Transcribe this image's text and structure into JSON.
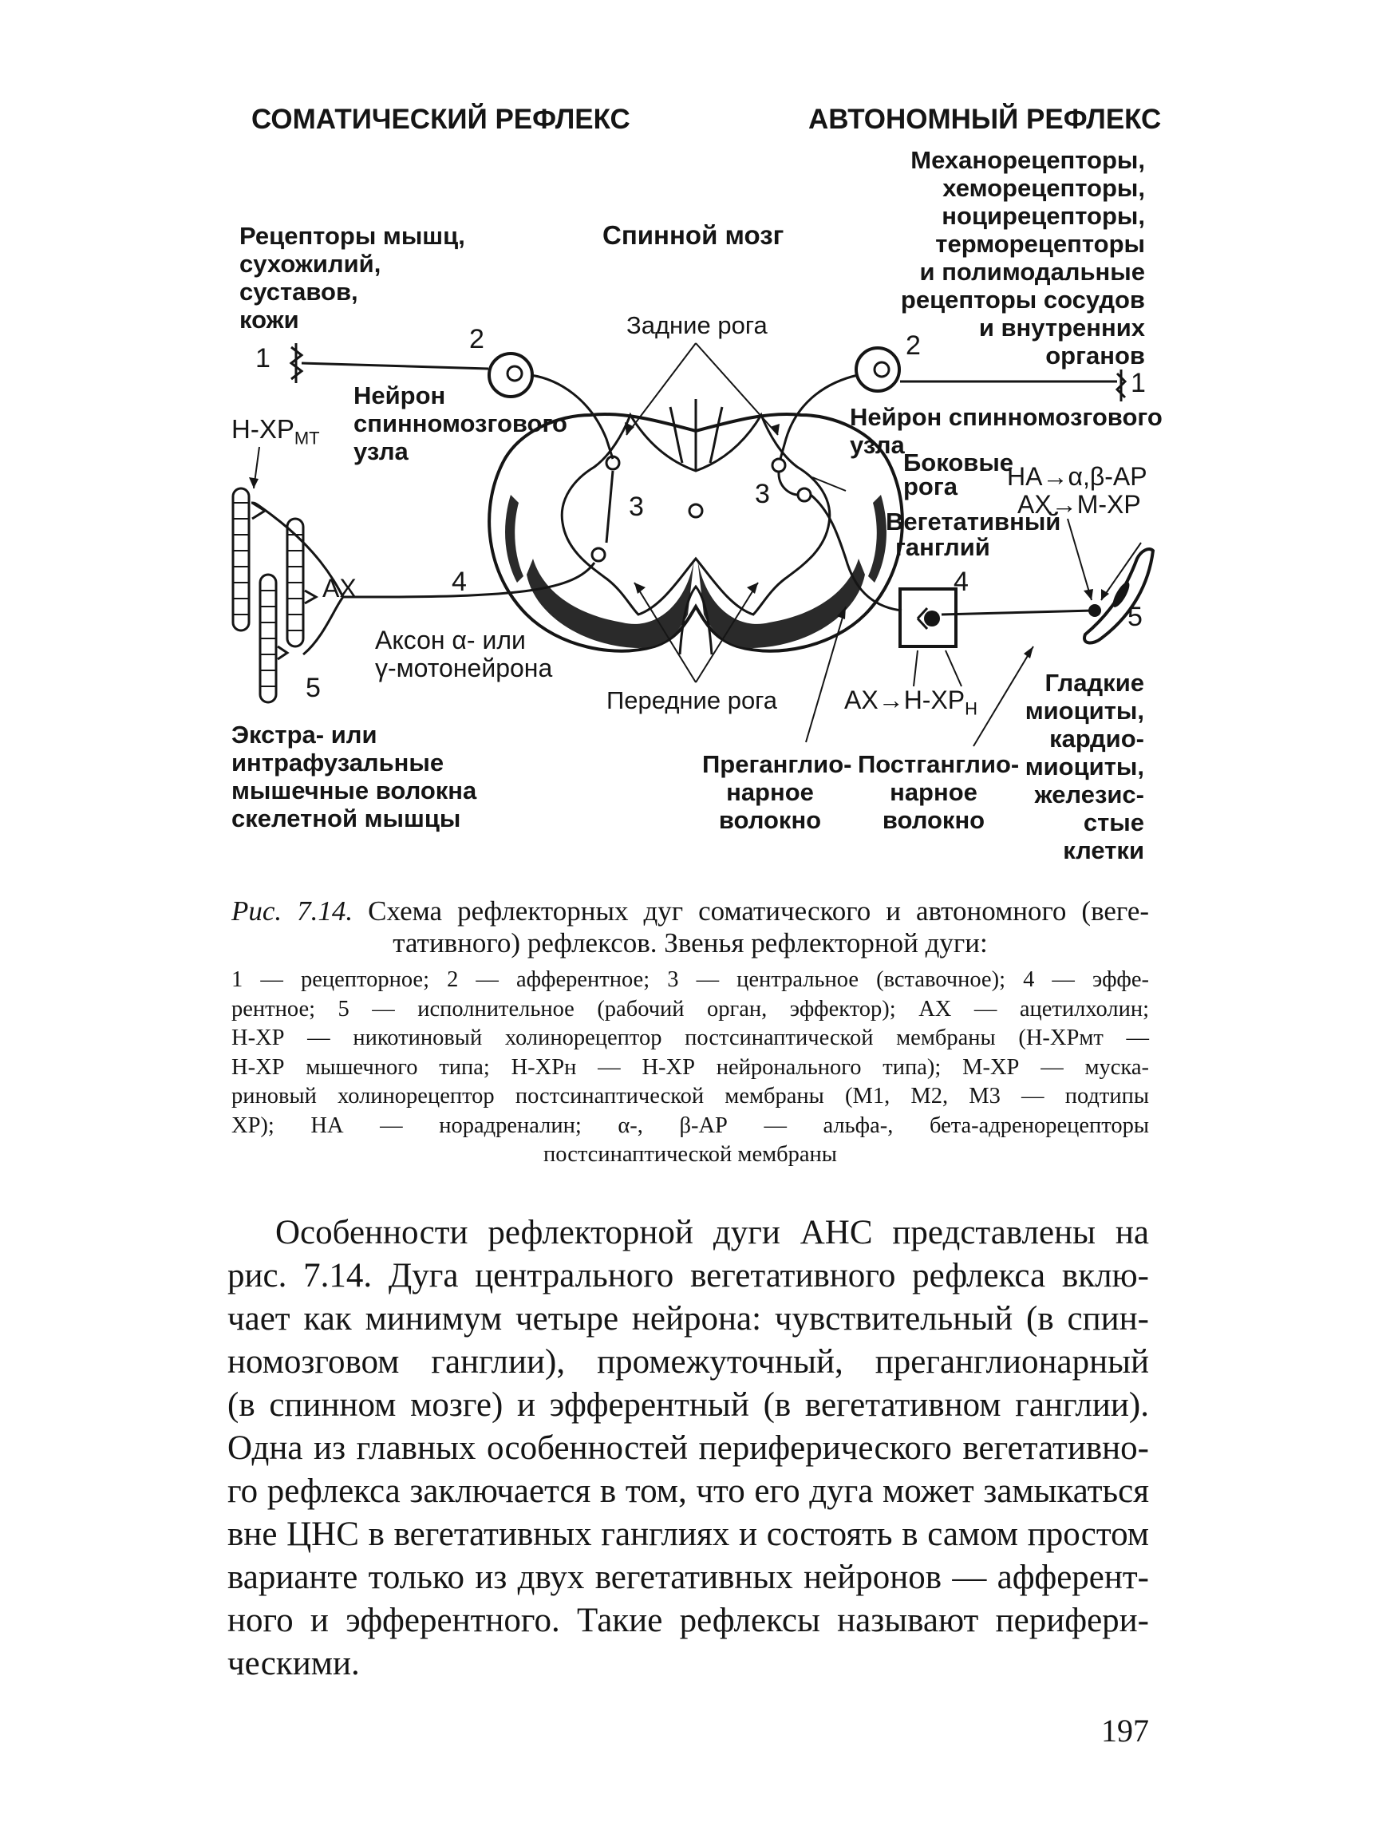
{
  "diagram": {
    "heading_left": "СОМАТИЧЕСКИЙ РЕФЛЕКС",
    "heading_right": "АВТОНОМНЫЙ РЕФЛЕКС",
    "spinal_cord": "Спинной мозг",
    "receptors_left": [
      "Рецепторы мышц,",
      "сухожилий,",
      "суставов,",
      "кожи"
    ],
    "receptors_right": [
      "Механорецепторы,",
      "хеморецепторы,",
      "ноцирецепторы,",
      "терморецепторы",
      "и полимодальные",
      "рецепторы сосудов",
      "и внутренних",
      "органов"
    ],
    "dorsal_horns": "Задние рога",
    "neuron_left": [
      "Нейрон",
      "спинномозгового",
      "узла"
    ],
    "neuron_right": [
      "Нейрон спинномозгового",
      "узла"
    ],
    "n_xr_mt": "Н-ХР",
    "n_xr_mt_sub": "МТ",
    "lateral_horns": [
      "Боковые",
      "рога"
    ],
    "receptor_right_1": "НА→α,β-АР",
    "receptor_right_2": "АХ→М-ХР",
    "veg_ganglion": [
      "Вегетативный",
      "ганглий"
    ],
    "ach_left": "АХ",
    "axon": [
      "Аксон α- или",
      "γ-мотонейрона"
    ],
    "ventral_horns": "Передние рога",
    "ach_n_xr": "АХ→Н-ХР",
    "ach_n_xr_sub": "Н",
    "muscle_fibers": [
      "Экстра- или",
      "интрафузальные",
      "мышечные волокна",
      "скелетной мышцы"
    ],
    "pre_fiber": [
      "Преганглио-",
      "нарное",
      "волокно"
    ],
    "post_fiber": [
      "Постганглио-",
      "нарное",
      "волокно"
    ],
    "smooth": [
      "Гладкие",
      "миоциты,",
      "кардио-",
      "миоциты,",
      "железис-",
      "стые",
      "клетки"
    ],
    "labels": {
      "n1": "1",
      "n2": "2",
      "n3": "3",
      "n4": "4",
      "n5": "5"
    }
  },
  "caption": {
    "fig_label": "Рис. 7.14.",
    "title_line1": "Схема рефлекторных дуг соматического и автономного (веге-",
    "title_line2": "тативного) рефлексов. Звенья рефлекторной дуги:",
    "desc_lines": [
      "1 — рецепторное; 2 — афферентное; 3 — центральное (вставочное); 4 — эффе-",
      "рентное; 5 — исполнительное (рабочий орган, эффектор); АХ — ацетилхолин;",
      "Н-ХР — никотиновый холинорецептор постсинаптической мембраны (Н-ХРмт —",
      "Н-ХР мышечного типа; Н-ХРн — Н-ХР нейронального типа); М-ХР — муска-",
      "риновый холинорецептор постсинаптической мембраны (M1, M2, M3 — подтипы",
      "ХР); НА — норадреналин; α-, β-АР — альфа-, бета-адренорецепторы"
    ],
    "last_line": "постсинаптической мембраны"
  },
  "body": {
    "lines": [
      "Особенности рефлекторной дуги АНС представлены на",
      "рис. 7.14. Дуга центрального вегетативного рефлекса вклю-",
      "чает как минимум четыре нейрона: чувствительный (в спин-",
      "номозговом ганглии), промежуточный, преганглионарный",
      "(в спинном мозге) и эфферентный (в вегетативном ганглии).",
      "Одна из главных особенностей периферического вегетативно-",
      "го рефлекса заключается в том, что его дуга может замыкаться",
      "вне ЦНС в вегетативных ганглиях и состоять в самом простом",
      "варианте только из двух вегетативных нейронов — афферент-",
      "ного и эфферентного. Такие рефлексы называют перифери-",
      "ческими."
    ]
  },
  "page_number": "197"
}
